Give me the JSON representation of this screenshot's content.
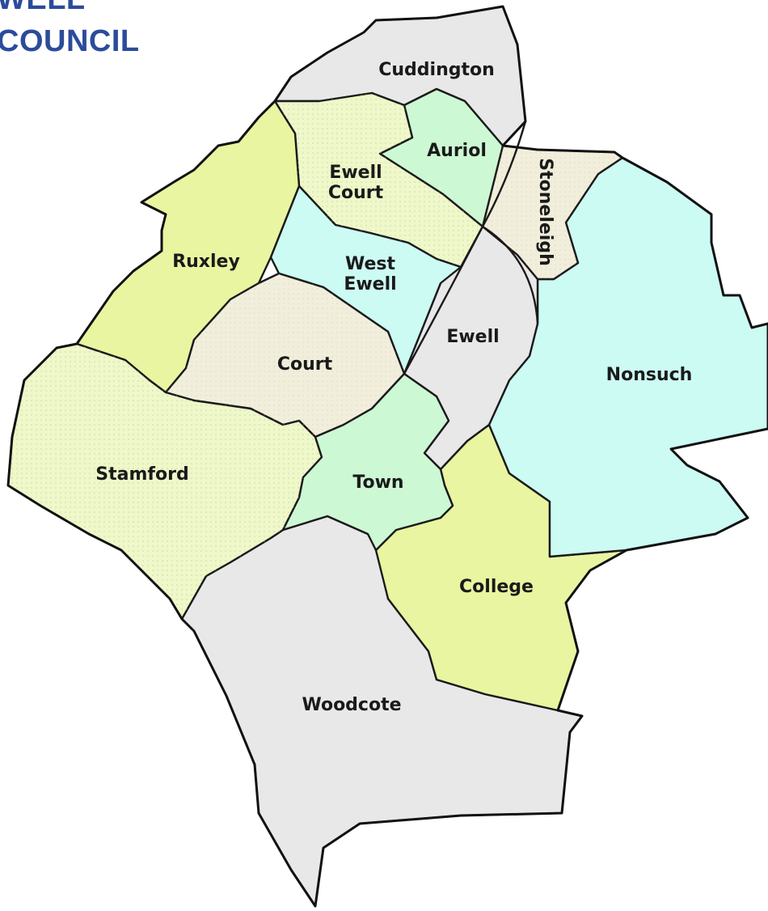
{
  "title": {
    "line1": "WELL",
    "line2": "COUNCIL"
  },
  "colors": {
    "grey": "#e8e8e8",
    "lime": "#e9f5a0",
    "mint": "#cdf8d4",
    "aqua": "#ccfbf4",
    "beige": "#f1eedb",
    "pale_lime": "#eef8c8",
    "title": "#2b4c9b"
  },
  "wards": {
    "cuddington": "Cuddington",
    "auriol": "Auriol",
    "ewell_court_line1": "Ewell",
    "ewell_court_line2": "Court",
    "stoneleigh": "Stoneleigh",
    "ruxley": "Ruxley",
    "west_ewell_line1": "West",
    "west_ewell_line2": "Ewell",
    "ewell": "Ewell",
    "court": "Court",
    "nonsuch": "Nonsuch",
    "stamford": "Stamford",
    "town": "Town",
    "college": "College",
    "woodcote": "Woodcote"
  }
}
